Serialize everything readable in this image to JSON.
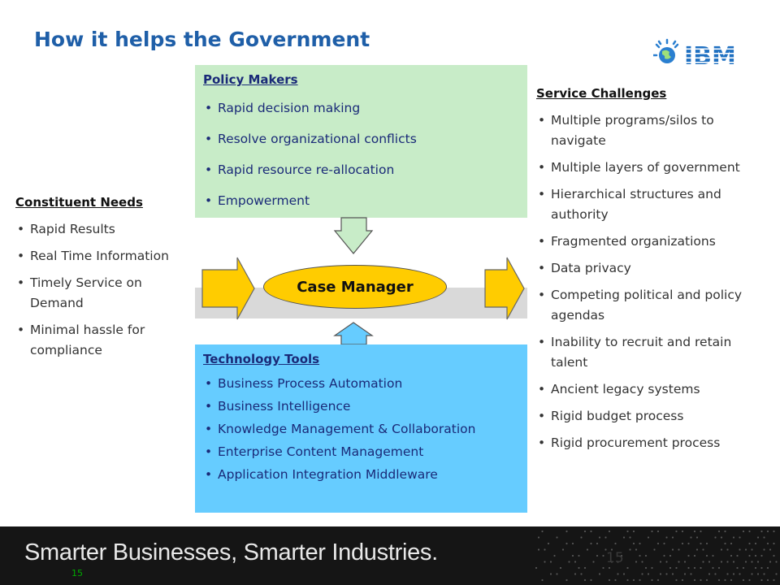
{
  "slide": {
    "title": "How it helps the Government",
    "page_number": "15"
  },
  "logo": {
    "text": "IBM",
    "brand_color": "#1f70c1"
  },
  "constituent_needs": {
    "heading": "Constituent Needs",
    "items": [
      "Rapid Results",
      "Real Time Information",
      "Timely Service on Demand",
      "Minimal hassle for compliance"
    ]
  },
  "policy_makers": {
    "heading": "Policy Makers",
    "items": [
      "Rapid decision making",
      "Resolve organizational conflicts",
      "Rapid resource re-allocation",
      "Empowerment"
    ],
    "color": "#c8ecc8"
  },
  "case_manager": {
    "label": "Case Manager",
    "color": "#ffcc00"
  },
  "technology_tools": {
    "heading": "Technology Tools",
    "items": [
      "Business Process Automation",
      "Business Intelligence",
      "Knowledge Management & Collaboration",
      "Enterprise Content Management",
      "Application Integration Middleware"
    ],
    "color": "#66ccff"
  },
  "service_challenges": {
    "heading": "Service Challenges",
    "items": [
      "Multiple programs/silos to navigate",
      "Multiple layers of government",
      "Hierarchical structures and authority",
      "Fragmented organizations",
      "Data privacy",
      "Competing political and policy agendas",
      "Inability to recruit and retain talent",
      "Ancient legacy systems",
      "Rigid budget process",
      "Rigid procurement process"
    ]
  },
  "footer": {
    "tagline": "Smarter Businesses, Smarter Industries."
  },
  "colors": {
    "title": "#1f5fa8",
    "arrow_yellow": "#ffcc00",
    "arrow_down": "#c8ecc8",
    "arrow_up": "#66ccff"
  }
}
